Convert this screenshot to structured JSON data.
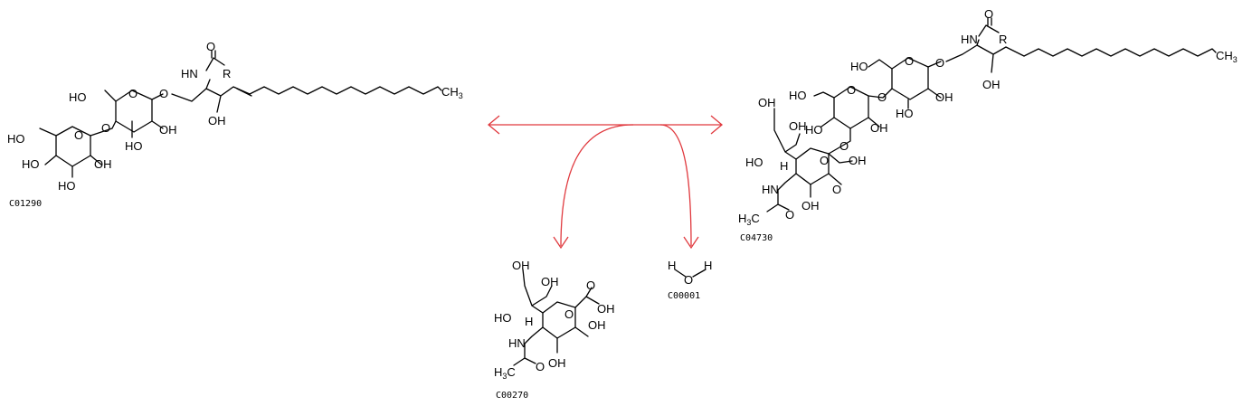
{
  "reaction": {
    "arrow_color": "#e0393e",
    "substrate": {
      "id": "C01290"
    },
    "product": {
      "id": "C04730"
    },
    "side_inputs": [
      {
        "id": "C00270"
      },
      {
        "id": "C00001"
      }
    ]
  },
  "atoms": {
    "ho": "HO",
    "oh": "OH",
    "o": "O",
    "hn": "HN",
    "r": "R",
    "h": "H",
    "c": "C",
    "n": "N",
    "methyl": "CH",
    "h3c": "H",
    "sub3": "3"
  }
}
